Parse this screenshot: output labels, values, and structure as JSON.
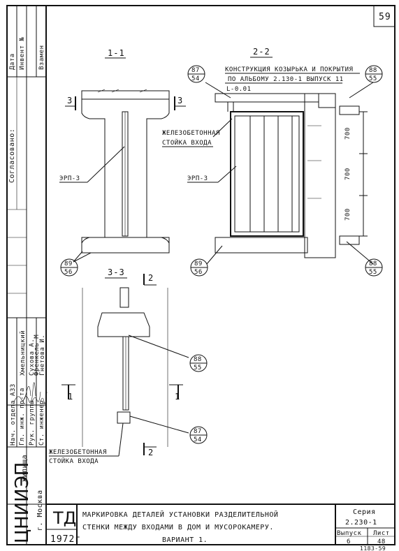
{
  "sheet": {
    "page_number": "59"
  },
  "sidebar": {
    "labels": [
      "Дата",
      "Инвент №",
      "Взамен"
    ],
    "agreed": "Согласовано:",
    "signers": [
      "Хмельницкий",
      "Сухова А.",
      "Френкель М",
      "Гнетова И."
    ],
    "roles": [
      "Нач. отдела АЗЗ",
      "Гл. инж. пр-та",
      "Рук. группы",
      "Ст. инженер"
    ]
  },
  "sections": {
    "s11": "1-1",
    "s22": "2-2",
    "s33": "3-3",
    "cut3": "3",
    "cut2": "2",
    "cut1": "1"
  },
  "labels": {
    "canopy_1": "КОНСТРУКЦИЯ КОЗЫРЬКА И ПОКРЫТИЯ",
    "canopy_2": "ПО АЛЬБОМУ 2.130-1 ВЫПУСК 11",
    "level": "L-0.01",
    "post_2_1": "ЖЕЛЕЗОБЕТОННАЯ",
    "post_2_2": "СТОЙКА ВХОДА",
    "erp_1": "ЭРП-3",
    "erp_2": "ЭРП-3",
    "post_3_1": "ЖЕЛЕЗОБЕТОННАЯ",
    "post_3_2": "СТОЙКА ВХОДА",
    "dim_1": "700",
    "dim_2": "700",
    "dim_3": "700"
  },
  "callouts": [
    {
      "top": "87",
      "bottom": "54"
    },
    {
      "top": "88",
      "bottom": "55"
    },
    {
      "top": "89",
      "bottom": "56"
    },
    {
      "top": "89",
      "bottom": "56"
    },
    {
      "top": "88",
      "bottom": "55"
    },
    {
      "top": "88",
      "bottom": "55"
    },
    {
      "top": "87",
      "bottom": "54"
    }
  ],
  "title_block": {
    "org_1": "ЦНИИЭП",
    "org_2": "жилища",
    "city": "г. Москва",
    "td": "ТД",
    "year": "1972г",
    "title_1": "МАРКИРОВКА ДЕТАЛЕЙ УСТАНОВКИ РАЗДЕЛИТЕЛЬНОЙ",
    "title_2": "СТЕНКИ МЕЖДУ ВХОДАМИ В ДОМ И МУСОРОКАМЕРУ.",
    "title_3": "ВАРИАНТ 1.",
    "series_label": "Серия",
    "series_value": "2.230-1",
    "issue_label": "Выпуск",
    "issue_value": "6",
    "sheet_label": "Лист",
    "sheet_value": "48",
    "footnote": "1183-59"
  }
}
